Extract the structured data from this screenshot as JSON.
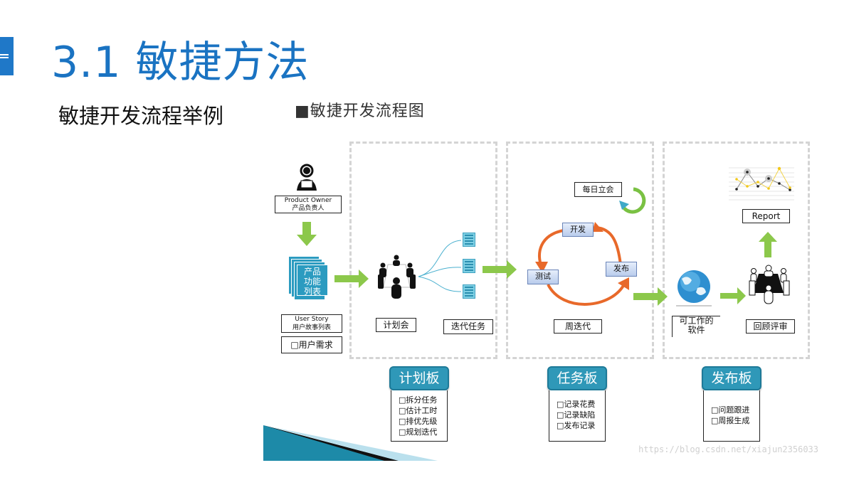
{
  "slide": {
    "title": "3.1  敏捷方法",
    "subtitle": "敏捷开发流程举例",
    "diagram_title": "■敏捷开发流程图"
  },
  "diagram": {
    "product_owner": {
      "line1": "Product Owner",
      "line2": "产品负责人"
    },
    "backlog": {
      "line1": "产品",
      "line2": "功能",
      "line3": "列表"
    },
    "user_story": {
      "line1": "User Story",
      "line2": "用户故事列表"
    },
    "user_needs": "□用户需求",
    "planning_meeting": "计划会",
    "iteration_tasks": "迭代任务",
    "daily_standup": "每日立会",
    "cycle": {
      "develop": "开发",
      "test": "测试",
      "release": "发布"
    },
    "week_iteration": "周迭代",
    "working_software": {
      "line1": "可工作的",
      "line2": "软件"
    },
    "retrospective": "回顾评审",
    "report": "Report"
  },
  "boards": [
    {
      "label": "计划板",
      "items": [
        "□拆分任务",
        "□估计工时",
        "□排优先级",
        "□规划迭代"
      ]
    },
    {
      "label": "任务板",
      "items": [
        "□记录花费",
        "□记录缺陷",
        "□发布记录"
      ]
    },
    {
      "label": "发布板",
      "items": [
        "□问题跟进",
        "□周报生成"
      ]
    }
  ],
  "watermark": "https://blog.csdn.net/xiajun2356033",
  "colors": {
    "title_blue": "#1a73c2",
    "arrow_green": "#8cc84b",
    "board_teal": "#2f98b8",
    "cycle_orange": "#e8692a"
  }
}
